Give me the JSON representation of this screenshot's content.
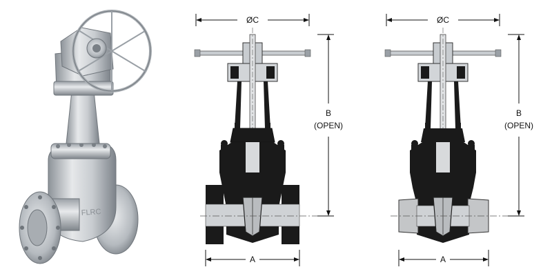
{
  "figure": {
    "product_logo": "FLRC",
    "views": [
      {
        "name": "flanged-end",
        "labels": {
          "dim_c": "ØC",
          "dim_b": "B",
          "dim_b_note": "(OPEN)",
          "dim_a": "A"
        }
      },
      {
        "name": "weld-end",
        "labels": {
          "dim_c": "ØC",
          "dim_b": "B",
          "dim_b_note": "(OPEN)",
          "dim_a": "A"
        }
      }
    ]
  },
  "colors": {
    "line": "#111111",
    "section_fill": "#1a1a1a",
    "body_steel": "#c8ccd0",
    "steel_dark": "#8d9399",
    "steel_light": "#e6e8ea",
    "pipe_fill": "#c4c6c8",
    "gate_fill": "#b9bcbf"
  }
}
